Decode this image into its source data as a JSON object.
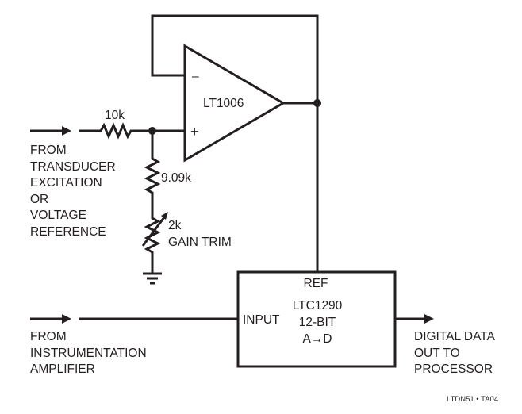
{
  "opamp": {
    "name": "LT1006",
    "minus": "–",
    "plus": "+"
  },
  "resistors": {
    "r1": "10k",
    "r2": "9.09k",
    "trim_value": "2k",
    "trim_label": "GAIN TRIM"
  },
  "input1": {
    "lines": [
      "FROM",
      "TRANSDUCER",
      "EXCITATION",
      "OR",
      "VOLTAGE",
      "REFERENCE"
    ]
  },
  "input2": {
    "lines": [
      "FROM",
      "INSTRUMENTATION",
      "AMPLIFIER"
    ]
  },
  "adc": {
    "ref": "REF",
    "input": "INPUT",
    "lines": [
      "LTC1290",
      "12-BIT",
      "A→D"
    ]
  },
  "output": {
    "lines": [
      "DIGITAL DATA",
      "OUT TO",
      "PROCESSOR"
    ]
  },
  "figure_id": "LTDN51 • TA04",
  "colors": {
    "ink": "#231f20"
  }
}
